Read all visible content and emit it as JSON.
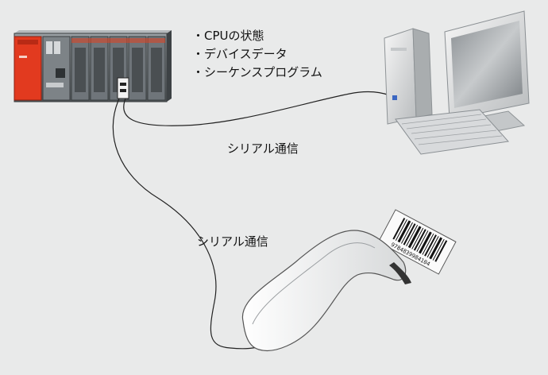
{
  "diagram": {
    "info_items": [
      "CPUの状態",
      "デバイスデータ",
      "シーケンスプログラム"
    ],
    "link_pc_label": "シリアル通信",
    "link_scanner_label": "シリアル通信",
    "barcode_number": "9784839984104"
  },
  "colors": {
    "background": "#e9eaea",
    "plc_red": "#e23a1f",
    "plc_body": "#6c7276",
    "device_light": "#f0f0f0",
    "cable": "#222222"
  }
}
